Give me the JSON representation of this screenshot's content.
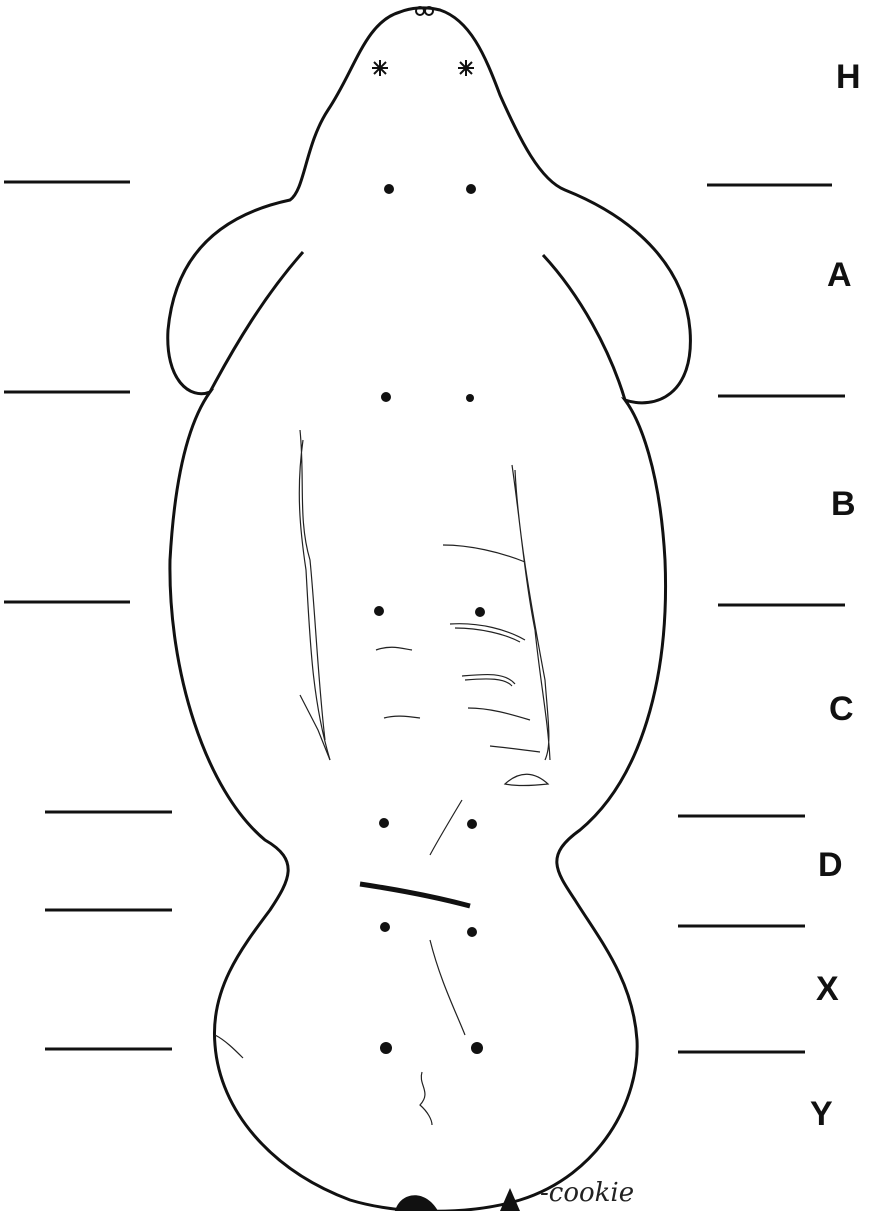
{
  "colors": {
    "ink": "#111111",
    "paper": "#ffffff"
  },
  "regions": [
    {
      "id": "H",
      "label": "H"
    },
    {
      "id": "A",
      "label": "A"
    },
    {
      "id": "B",
      "label": "B"
    },
    {
      "id": "C",
      "label": "C"
    },
    {
      "id": "D",
      "label": "D"
    },
    {
      "id": "X",
      "label": "X"
    },
    {
      "id": "Y",
      "label": "Y"
    }
  ],
  "annotation": {
    "scar_note": "-cookie"
  },
  "icons": [
    "manatee-body-outline",
    "nostril-icon",
    "eye-icon",
    "scar-mark",
    "region-divider"
  ]
}
